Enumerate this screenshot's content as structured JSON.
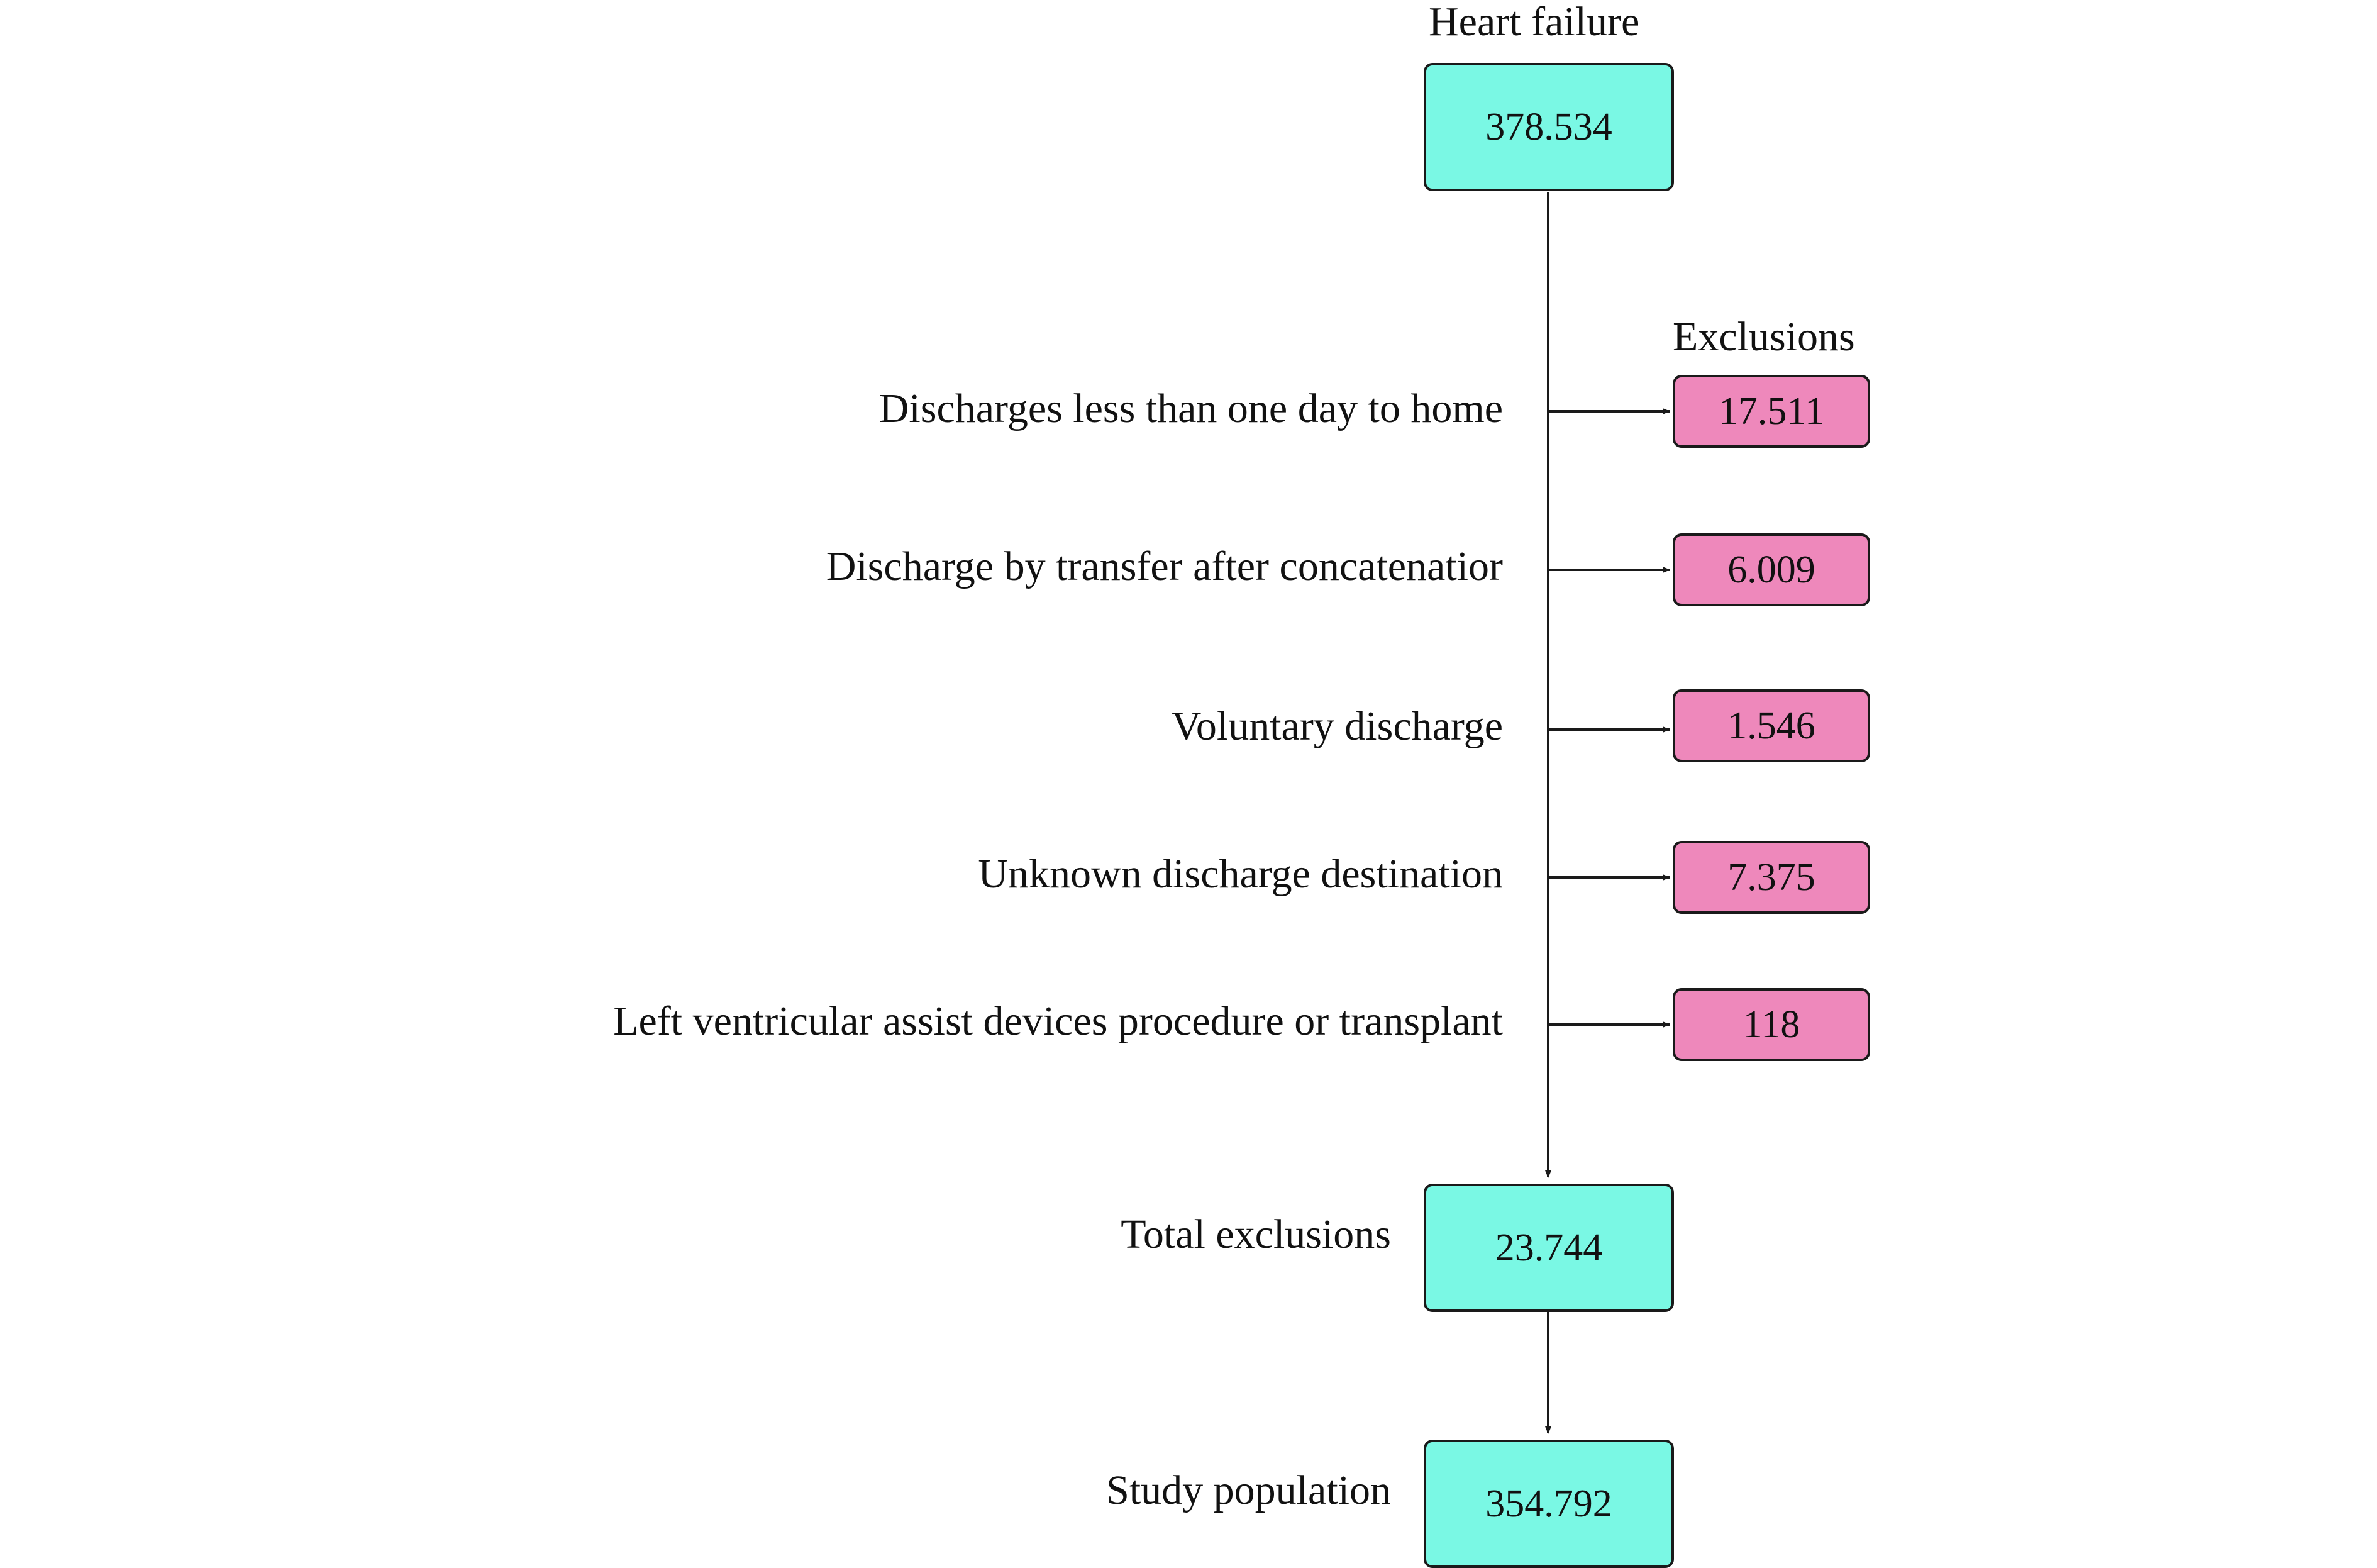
{
  "flowchart": {
    "start": {
      "title": "Heart failure",
      "value": "378.534"
    },
    "exclusions_header": "Exclusions",
    "exclusions": [
      {
        "label": "Discharges less than one day to home",
        "value": "17.511"
      },
      {
        "label": "Discharge by transfer after concatenatior",
        "value": "6.009"
      },
      {
        "label": "Voluntary discharge",
        "value": "1.546"
      },
      {
        "label": "Unknown discharge destination",
        "value": "7.375"
      },
      {
        "label": "Left ventricular assist devices procedure or transplant",
        "value": "118"
      }
    ],
    "total": {
      "label": "Total exclusions",
      "value": "23.744"
    },
    "result": {
      "label": "Study population",
      "value": "354.792"
    }
  },
  "colors": {
    "main_box": "#7af8e4",
    "exclusion_box": "#ee88bb",
    "line": "#1a1a1a"
  }
}
